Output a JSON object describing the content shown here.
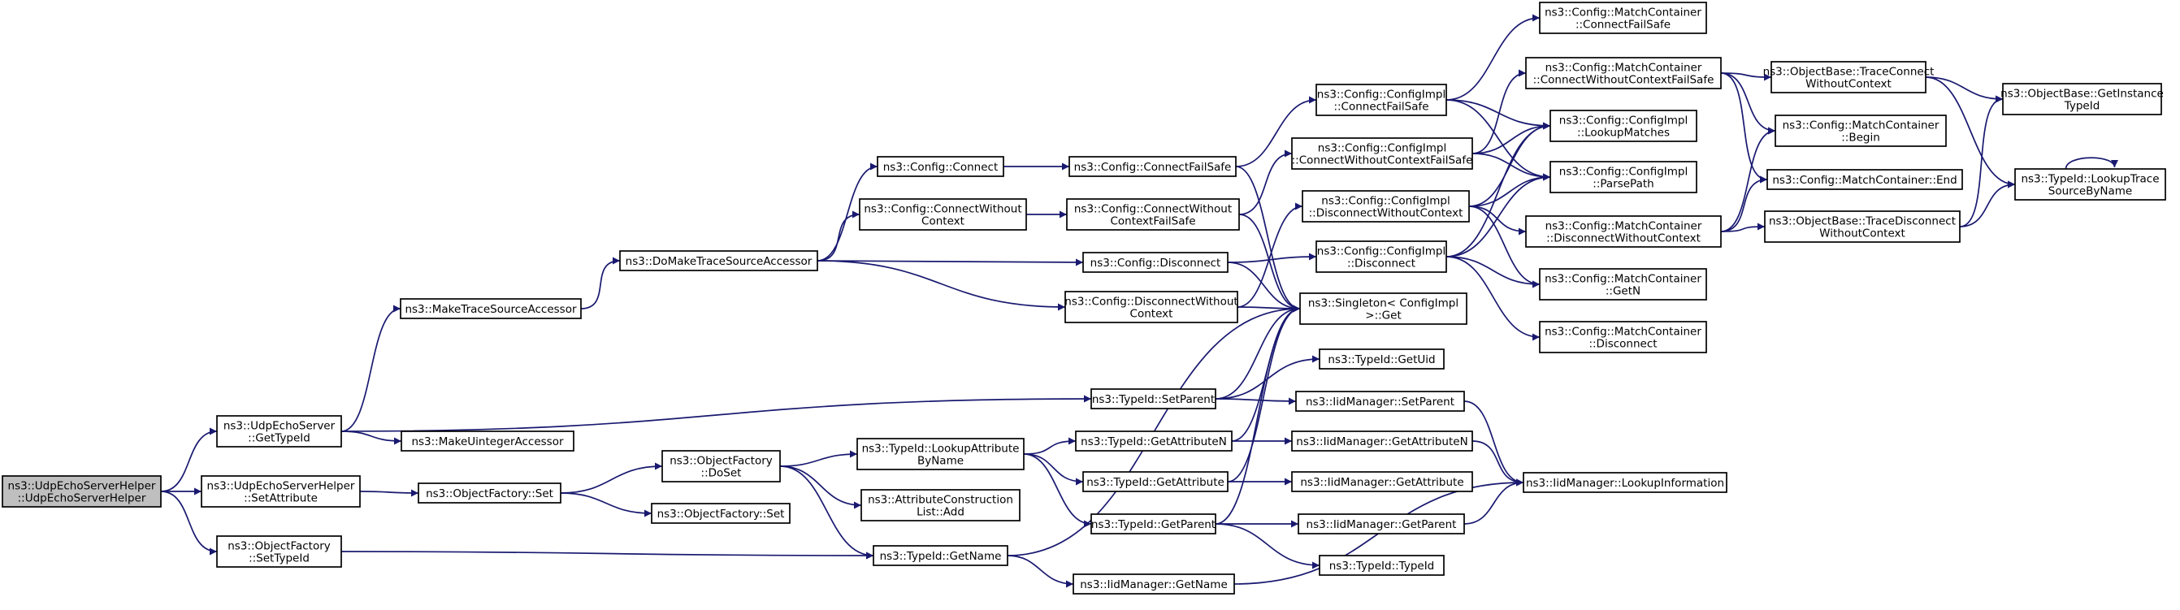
{
  "graph": {
    "background": "#ffffff",
    "edge_color": "#191970",
    "root_fill": "#bfbfbf",
    "node_fill": "#ffffff",
    "nodes": [
      {
        "id": "root",
        "lines": [
          "ns3::UdpEchoServerHelper",
          "::UdpEchoServerHelper"
        ],
        "root": true
      },
      {
        "id": "udpechoserver_gettypeid",
        "lines": [
          "ns3::UdpEchoServer",
          "::GetTypeId"
        ]
      },
      {
        "id": "helper_setattribute",
        "lines": [
          "ns3::UdpEchoServerHelper",
          "::SetAttribute"
        ]
      },
      {
        "id": "objectfactory_settypeid",
        "lines": [
          "ns3::ObjectFactory",
          "::SetTypeId"
        ]
      },
      {
        "id": "maketracesourceaccessor",
        "lines": [
          "ns3::MakeTraceSourceAccessor"
        ]
      },
      {
        "id": "makeuintegeraccessor",
        "lines": [
          "ns3::MakeUintegerAccessor"
        ]
      },
      {
        "id": "objectfactory_set",
        "lines": [
          "ns3::ObjectFactory::Set"
        ]
      },
      {
        "id": "domaketracesourceaccessor",
        "lines": [
          "ns3::DoMakeTraceSourceAccessor"
        ]
      },
      {
        "id": "objectfactory_doset",
        "lines": [
          "ns3::ObjectFactory",
          "::DoSet"
        ]
      },
      {
        "id": "objectfactory_set2",
        "lines": [
          "ns3::ObjectFactory::Set"
        ]
      },
      {
        "id": "config_connect",
        "lines": [
          "ns3::Config::Connect"
        ]
      },
      {
        "id": "config_connectwithoutcontext",
        "lines": [
          "ns3::Config::ConnectWithout",
          "Context"
        ]
      },
      {
        "id": "typeid_lookupattributebyname",
        "lines": [
          "ns3::TypeId::LookupAttribute",
          "ByName"
        ]
      },
      {
        "id": "attributeconstructionlist_add",
        "lines": [
          "ns3::AttributeConstruction",
          "List::Add"
        ]
      },
      {
        "id": "typeid_getname",
        "lines": [
          "ns3::TypeId::GetName"
        ]
      },
      {
        "id": "config_connectfailsafe",
        "lines": [
          "ns3::Config::ConnectFailSafe"
        ]
      },
      {
        "id": "config_connectwithoutcontextfailsafe",
        "lines": [
          "ns3::Config::ConnectWithout",
          "ContextFailSafe"
        ]
      },
      {
        "id": "config_disconnect",
        "lines": [
          "ns3::Config::Disconnect"
        ]
      },
      {
        "id": "config_disconnectwithoutcontext",
        "lines": [
          "ns3::Config::DisconnectWithout",
          "Context"
        ]
      },
      {
        "id": "typeid_setparent",
        "lines": [
          "ns3::TypeId::SetParent"
        ]
      },
      {
        "id": "typeid_getattributen",
        "lines": [
          "ns3::TypeId::GetAttributeN"
        ]
      },
      {
        "id": "typeid_getattribute",
        "lines": [
          "ns3::TypeId::GetAttribute"
        ]
      },
      {
        "id": "typeid_getparent",
        "lines": [
          "ns3::TypeId::GetParent"
        ]
      },
      {
        "id": "iidmanager_getname",
        "lines": [
          "ns3::IidManager::GetName"
        ]
      },
      {
        "id": "configimpl_connectfailsafe",
        "lines": [
          "ns3::Config::ConfigImpl",
          "::ConnectFailSafe"
        ]
      },
      {
        "id": "configimpl_connectwithoutcontextfailsafe",
        "lines": [
          "ns3::Config::ConfigImpl",
          "::ConnectWithoutContextFailSafe"
        ]
      },
      {
        "id": "configimpl_disconnectwithoutcontext",
        "lines": [
          "ns3::Config::ConfigImpl",
          "::DisconnectWithoutContext"
        ]
      },
      {
        "id": "configimpl_disconnect",
        "lines": [
          "ns3::Config::ConfigImpl",
          "::Disconnect"
        ]
      },
      {
        "id": "singleton_get",
        "lines": [
          "ns3::Singleton< ConfigImpl",
          " >::Get"
        ]
      },
      {
        "id": "typeid_getuid",
        "lines": [
          "ns3::TypeId::GetUid"
        ]
      },
      {
        "id": "iidmanager_setparent",
        "lines": [
          "ns3::IidManager::SetParent"
        ]
      },
      {
        "id": "iidmanager_getattributen",
        "lines": [
          "ns3::IidManager::GetAttributeN"
        ]
      },
      {
        "id": "iidmanager_getattribute",
        "lines": [
          "ns3::IidManager::GetAttribute"
        ]
      },
      {
        "id": "iidmanager_getparent",
        "lines": [
          "ns3::IidManager::GetParent"
        ]
      },
      {
        "id": "typeid_typeid",
        "lines": [
          "ns3::TypeId::TypeId"
        ]
      },
      {
        "id": "matchcontainer_connectfailsafe",
        "lines": [
          "ns3::Config::MatchContainer",
          "::ConnectFailSafe"
        ]
      },
      {
        "id": "matchcontainer_connectwithoutcontextfailsafe",
        "lines": [
          "ns3::Config::MatchContainer",
          "::ConnectWithoutContextFailSafe"
        ]
      },
      {
        "id": "configimpl_lookupmatches",
        "lines": [
          "ns3::Config::ConfigImpl",
          "::LookupMatches"
        ]
      },
      {
        "id": "configimpl_parsepath",
        "lines": [
          "ns3::Config::ConfigImpl",
          "::ParsePath"
        ]
      },
      {
        "id": "matchcontainer_disconnectwithoutcontext",
        "lines": [
          "ns3::Config::MatchContainer",
          "::DisconnectWithoutContext"
        ]
      },
      {
        "id": "matchcontainer_getn",
        "lines": [
          "ns3::Config::MatchContainer",
          "::GetN"
        ]
      },
      {
        "id": "matchcontainer_disconnect",
        "lines": [
          "ns3::Config::MatchContainer",
          "::Disconnect"
        ]
      },
      {
        "id": "iidmanager_lookupinformation",
        "lines": [
          "ns3::IidManager::LookupInformation"
        ]
      },
      {
        "id": "objectbase_traceconnectwithoutcontext",
        "lines": [
          "ns3::ObjectBase::TraceConnect",
          "WithoutContext"
        ]
      },
      {
        "id": "matchcontainer_begin",
        "lines": [
          "ns3::Config::MatchContainer",
          "::Begin"
        ]
      },
      {
        "id": "matchcontainer_end",
        "lines": [
          "ns3::Config::MatchContainer::End"
        ]
      },
      {
        "id": "objectbase_tracedisconnectwithoutcontext",
        "lines": [
          "ns3::ObjectBase::TraceDisconnect",
          "WithoutContext"
        ]
      },
      {
        "id": "objectbase_getinstancetypeid",
        "lines": [
          "ns3::ObjectBase::GetInstance",
          "TypeId"
        ]
      },
      {
        "id": "typeid_lookuptracesourcebyname",
        "lines": [
          "ns3::TypeId::LookupTrace",
          "SourceByName"
        ]
      }
    ],
    "edges": [
      [
        "root",
        "udpechoserver_gettypeid"
      ],
      [
        "root",
        "helper_setattribute"
      ],
      [
        "root",
        "objectfactory_settypeid"
      ],
      [
        "udpechoserver_gettypeid",
        "maketracesourceaccessor"
      ],
      [
        "udpechoserver_gettypeid",
        "makeuintegeraccessor"
      ],
      [
        "udpechoserver_gettypeid",
        "typeid_setparent"
      ],
      [
        "helper_setattribute",
        "objectfactory_set"
      ],
      [
        "objectfactory_settypeid",
        "typeid_getname"
      ],
      [
        "maketracesourceaccessor",
        "domaketracesourceaccessor"
      ],
      [
        "domaketracesourceaccessor",
        "config_connect"
      ],
      [
        "domaketracesourceaccessor",
        "config_connectwithoutcontext"
      ],
      [
        "domaketracesourceaccessor",
        "config_disconnect"
      ],
      [
        "domaketracesourceaccessor",
        "config_disconnectwithoutcontext"
      ],
      [
        "objectfactory_set",
        "objectfactory_doset"
      ],
      [
        "objectfactory_set",
        "objectfactory_set2"
      ],
      [
        "objectfactory_doset",
        "typeid_lookupattributebyname"
      ],
      [
        "objectfactory_doset",
        "attributeconstructionlist_add"
      ],
      [
        "objectfactory_doset",
        "typeid_getname"
      ],
      [
        "config_connect",
        "config_connectfailsafe"
      ],
      [
        "config_connectwithoutcontext",
        "config_connectwithoutcontextfailsafe"
      ],
      [
        "config_disconnect",
        "configimpl_disconnect"
      ],
      [
        "config_disconnect",
        "singleton_get"
      ],
      [
        "config_disconnectwithoutcontext",
        "configimpl_disconnectwithoutcontext"
      ],
      [
        "config_disconnectwithoutcontext",
        "singleton_get"
      ],
      [
        "config_connectfailsafe",
        "configimpl_connectfailsafe"
      ],
      [
        "config_connectfailsafe",
        "singleton_get"
      ],
      [
        "config_connectwithoutcontextfailsafe",
        "configimpl_connectwithoutcontextfailsafe"
      ],
      [
        "config_connectwithoutcontextfailsafe",
        "singleton_get"
      ],
      [
        "typeid_lookupattributebyname",
        "typeid_getattributen"
      ],
      [
        "typeid_lookupattributebyname",
        "typeid_getattribute"
      ],
      [
        "typeid_lookupattributebyname",
        "typeid_getparent"
      ],
      [
        "typeid_getname",
        "iidmanager_getname"
      ],
      [
        "typeid_getname",
        "singleton_get"
      ],
      [
        "typeid_setparent",
        "typeid_getuid"
      ],
      [
        "typeid_setparent",
        "iidmanager_setparent"
      ],
      [
        "typeid_setparent",
        "singleton_get"
      ],
      [
        "typeid_getattributen",
        "iidmanager_getattributen"
      ],
      [
        "typeid_getattributen",
        "singleton_get"
      ],
      [
        "typeid_getattribute",
        "iidmanager_getattribute"
      ],
      [
        "typeid_getattribute",
        "singleton_get"
      ],
      [
        "typeid_getparent",
        "iidmanager_getparent"
      ],
      [
        "typeid_getparent",
        "typeid_typeid"
      ],
      [
        "typeid_getparent",
        "singleton_get"
      ],
      [
        "iidmanager_getname",
        "iidmanager_lookupinformation"
      ],
      [
        "iidmanager_setparent",
        "iidmanager_lookupinformation"
      ],
      [
        "iidmanager_getattributen",
        "iidmanager_lookupinformation"
      ],
      [
        "iidmanager_getparent",
        "iidmanager_lookupinformation"
      ],
      [
        "configimpl_connectfailsafe",
        "matchcontainer_connectfailsafe"
      ],
      [
        "configimpl_connectfailsafe",
        "configimpl_lookupmatches"
      ],
      [
        "configimpl_connectfailsafe",
        "configimpl_parsepath"
      ],
      [
        "configimpl_connectwithoutcontextfailsafe",
        "matchcontainer_connectwithoutcontextfailsafe"
      ],
      [
        "configimpl_connectwithoutcontextfailsafe",
        "configimpl_lookupmatches"
      ],
      [
        "configimpl_connectwithoutcontextfailsafe",
        "configimpl_parsepath"
      ],
      [
        "configimpl_disconnectwithoutcontext",
        "configimpl_lookupmatches"
      ],
      [
        "configimpl_disconnectwithoutcontext",
        "configimpl_parsepath"
      ],
      [
        "configimpl_disconnectwithoutcontext",
        "matchcontainer_disconnectwithoutcontext"
      ],
      [
        "configimpl_disconnectwithoutcontext",
        "matchcontainer_getn"
      ],
      [
        "configimpl_disconnect",
        "configimpl_lookupmatches"
      ],
      [
        "configimpl_disconnect",
        "configimpl_parsepath"
      ],
      [
        "configimpl_disconnect",
        "matchcontainer_getn"
      ],
      [
        "configimpl_disconnect",
        "matchcontainer_disconnect"
      ],
      [
        "matchcontainer_connectwithoutcontextfailsafe",
        "objectbase_traceconnectwithoutcontext"
      ],
      [
        "matchcontainer_connectwithoutcontextfailsafe",
        "matchcontainer_begin"
      ],
      [
        "matchcontainer_connectwithoutcontextfailsafe",
        "matchcontainer_end"
      ],
      [
        "matchcontainer_disconnectwithoutcontext",
        "matchcontainer_begin"
      ],
      [
        "matchcontainer_disconnectwithoutcontext",
        "matchcontainer_end"
      ],
      [
        "matchcontainer_disconnectwithoutcontext",
        "objectbase_tracedisconnectwithoutcontext"
      ],
      [
        "objectbase_traceconnectwithoutcontext",
        "objectbase_getinstancetypeid"
      ],
      [
        "objectbase_traceconnectwithoutcontext",
        "typeid_lookuptracesourcebyname"
      ],
      [
        "objectbase_tracedisconnectwithoutcontext",
        "objectbase_getinstancetypeid"
      ],
      [
        "objectbase_tracedisconnectwithoutcontext",
        "typeid_lookuptracesourcebyname"
      ],
      [
        "typeid_lookuptracesourcebyname",
        "typeid_lookuptracesourcebyname"
      ]
    ]
  }
}
